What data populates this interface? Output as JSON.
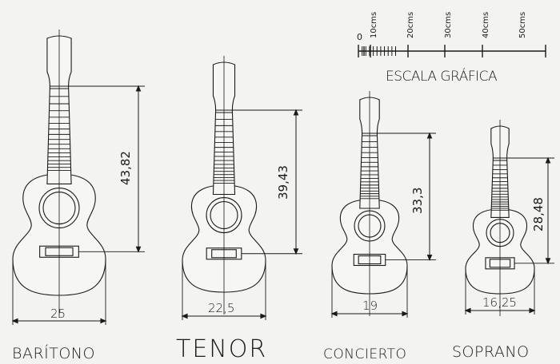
{
  "scale": {
    "title": "ESCALA GRÁFICA",
    "zero_label": "0",
    "tick_labels": [
      "10cms",
      "20cms",
      "30cms",
      "40cms",
      "50cms"
    ]
  },
  "instruments": [
    {
      "name": "BARÍTONO",
      "scale_length": "43,82",
      "body_width": "25"
    },
    {
      "name": "TENOR",
      "scale_length": "39,43",
      "body_width": "22,5"
    },
    {
      "name": "CONCIERTO",
      "scale_length": "33,3",
      "body_width": "19"
    },
    {
      "name": "SOPRANO",
      "scale_length": "28,48",
      "body_width": "16,25"
    }
  ]
}
